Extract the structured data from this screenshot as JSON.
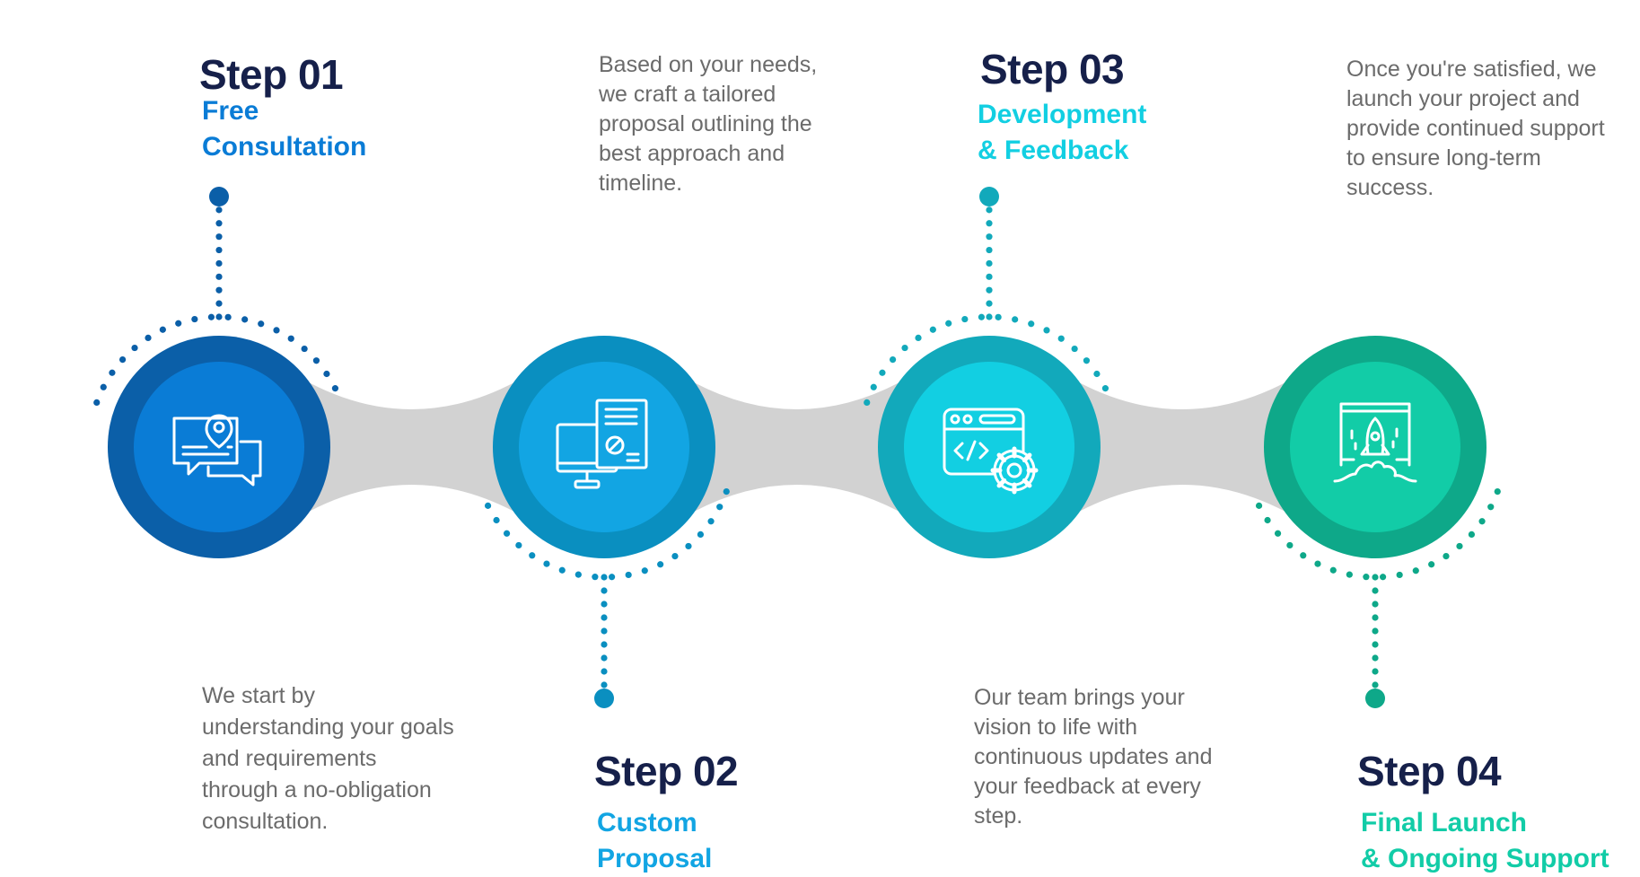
{
  "steps": [
    {
      "number": "Step 01",
      "title_lines": [
        "Free",
        "Consultation"
      ],
      "description_lines": [
        "We start by",
        "understanding your goals",
        "and requirements",
        "through a no-obligation",
        "consultation."
      ],
      "icon": "chat-location-icon",
      "color_outer": "#0b5fa8",
      "color_inner": "#0a7cd6",
      "title_color": "#0a7cd6"
    },
    {
      "number": "Step 02",
      "title_lines": [
        "Custom",
        "Proposal"
      ],
      "description_lines": [
        "Based on your needs,",
        "we craft a tailored",
        "proposal outlining the",
        "best approach and",
        "timeline."
      ],
      "icon": "proposal-document-icon",
      "color_outer": "#0a8fc0",
      "color_inner": "#12a5e3",
      "title_color": "#12a5e3"
    },
    {
      "number": "Step 03",
      "title_lines": [
        "Development",
        "& Feedback"
      ],
      "description_lines": [
        "Our team brings your",
        "vision to life with",
        "continuous updates and",
        "your feedback at every",
        "step."
      ],
      "icon": "code-gear-icon",
      "color_outer": "#12a9bb",
      "color_inner": "#12cfe2",
      "title_color": "#12cfe2"
    },
    {
      "number": "Step 04",
      "title_lines": [
        "Final Launch",
        "& Ongoing Support"
      ],
      "description_lines": [
        "Once you're satisfied, we",
        "launch your project and",
        "provide continued support",
        "to ensure long-term",
        "success."
      ],
      "icon": "rocket-launch-icon",
      "color_outer": "#0ea889",
      "color_inner": "#12cca7",
      "title_color": "#12cca7"
    }
  ],
  "connector_color": "#d2d2d2"
}
